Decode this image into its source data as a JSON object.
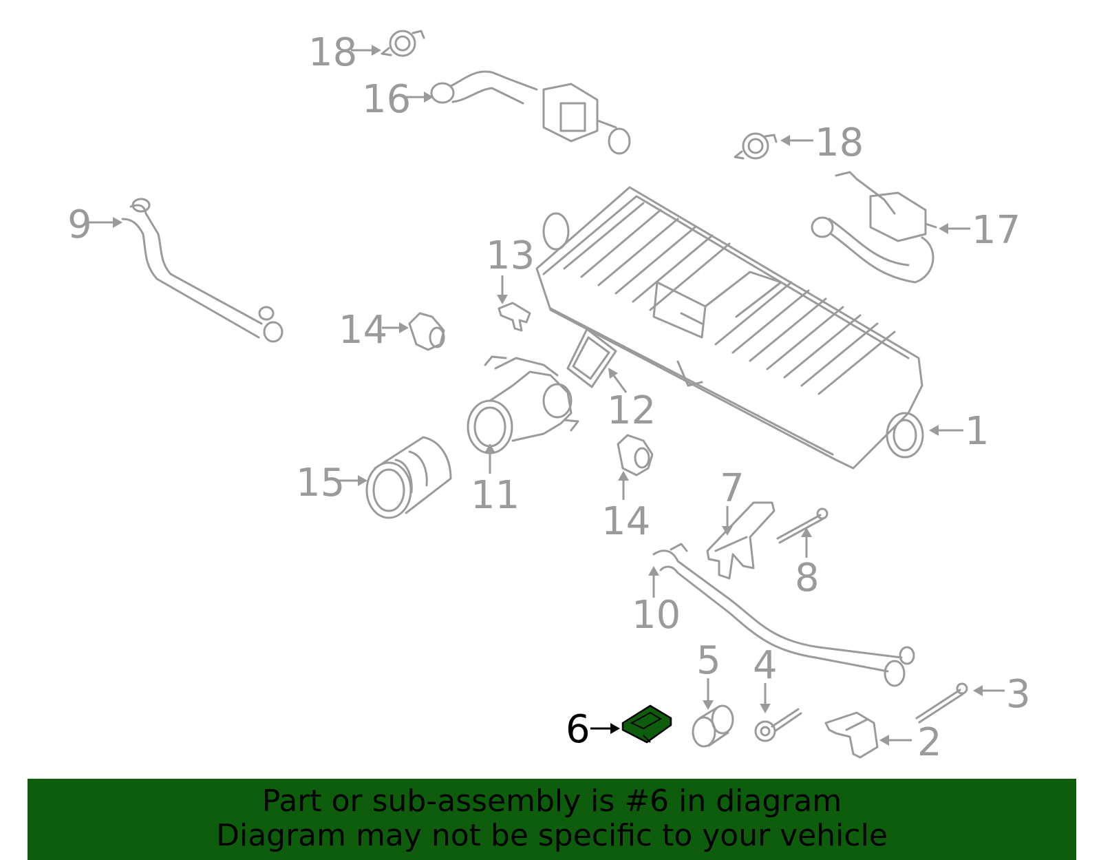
{
  "highlight_color": "#0d5d0d",
  "callout_color": "#9a9a9a",
  "callouts": {
    "c1": "1",
    "c2": "2",
    "c3": "3",
    "c4": "4",
    "c5": "5",
    "c6": "6",
    "c7": "7",
    "c8": "8",
    "c9": "9",
    "c10": "10",
    "c11": "11",
    "c12": "12",
    "c13": "13",
    "c14a": "14",
    "c14b": "14",
    "c15": "15",
    "c16": "16",
    "c17": "17",
    "c18a": "18",
    "c18b": "18"
  },
  "banner": {
    "line1": "Part or sub-assembly is #6 in diagram",
    "line2": "Diagram may not be specific to your vehicle"
  }
}
